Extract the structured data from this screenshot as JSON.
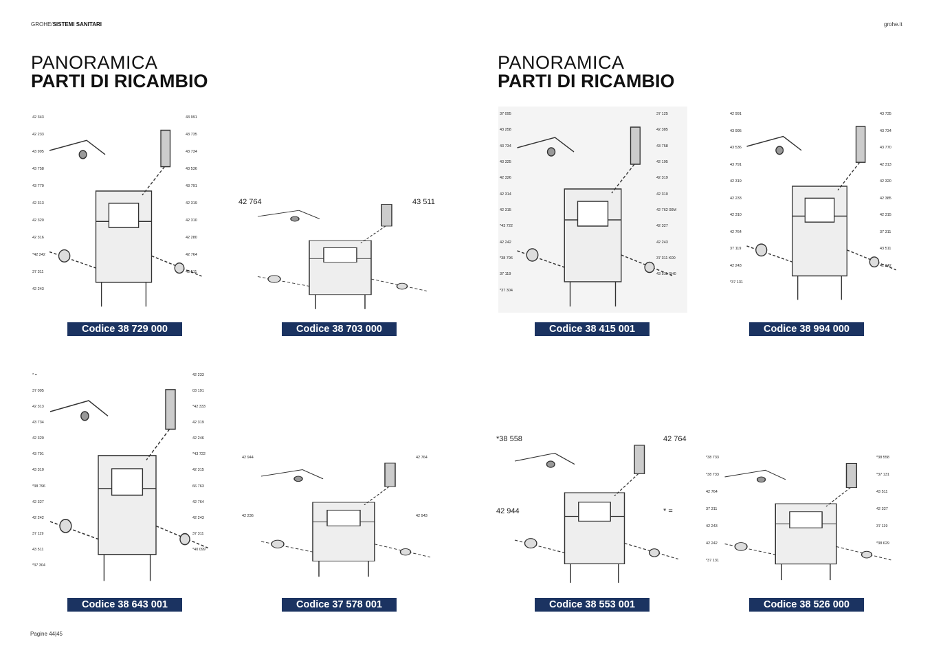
{
  "header": {
    "brand": "GROHE/",
    "section": "SISTEMI SANITARI",
    "site": "grohe.it"
  },
  "left_title": {
    "line1": "PANORAMICA",
    "line2": "PARTI DI RICAMBIO"
  },
  "right_title": {
    "line1": "PANORAMICA",
    "line2": "PARTI DI RICAMBIO"
  },
  "products": [
    {
      "code": "Codice 38 729 000",
      "parts": [
        "42 343",
        "43 991",
        "42 233",
        "43 735",
        "43 995",
        "43 734",
        "43 758",
        "43 536",
        "43 770",
        "43 791",
        "42 313",
        "42 319",
        "42 320",
        "42 310",
        "42 316",
        "42 280",
        "*42 242",
        "42 764",
        "37 311",
        "43 511",
        "42 243"
      ]
    },
    {
      "code": "Codice 38 703 000",
      "parts": [
        "42 764",
        "43 511"
      ]
    },
    {
      "code": "Codice 38 415 001",
      "parts": [
        "37 095",
        "37 125",
        "43 258",
        "42 385",
        "43 734",
        "43 758",
        "43 325",
        "42 195",
        "42 326",
        "42 319",
        "42 314",
        "42 310",
        "42 315",
        "42 762 00M",
        "*43 722",
        "42 327",
        "42 242",
        "42 243",
        "*38 796",
        "37 311 K00",
        "37 119",
        "43 511 SH0",
        "*37 304"
      ]
    },
    {
      "code": "Codice 38 994 000",
      "parts": [
        "42 991",
        "43 735",
        "43 995",
        "43 734",
        "43 536",
        "43 770",
        "43 791",
        "42 313",
        "42 319",
        "42 320",
        "42 233",
        "42 385",
        "42 310",
        "42 315",
        "42 764",
        "37 311",
        "37 119",
        "43 511",
        "42 243",
        "42 242",
        "*37 131"
      ]
    },
    {
      "code": "Codice 38 643 001",
      "parts": [
        "* =",
        "42 233",
        "37 095",
        "03 191",
        "42 313",
        "*42 333",
        "43 734",
        "42 319",
        "42 320",
        "42 246",
        "43 791",
        "*43 722",
        "43 310",
        "42 315",
        "*38 796",
        "66 763",
        "42 327",
        "42 764",
        "42 242",
        "42 243",
        "37 119",
        "37 311",
        "43 511",
        "*40 099",
        "*37 304"
      ]
    },
    {
      "code": "Codice 37 578 001",
      "parts": [
        "42 944",
        "42 764",
        "42 236",
        "42 943"
      ]
    },
    {
      "code": "Codice 38 553 001",
      "parts": [
        "*38 558",
        "42 764",
        "42 944",
        "* ="
      ]
    },
    {
      "code": "Codice 38 526 000",
      "parts": [
        "*38 733",
        "*38 558",
        "*38 733",
        "*37 131",
        "42 764",
        "43 511",
        "37 311",
        "42 327",
        "42 243",
        "37 119",
        "42 242",
        "*38 629",
        "*37 131"
      ]
    }
  ],
  "footer": {
    "pages": "Pagine 44|45"
  }
}
